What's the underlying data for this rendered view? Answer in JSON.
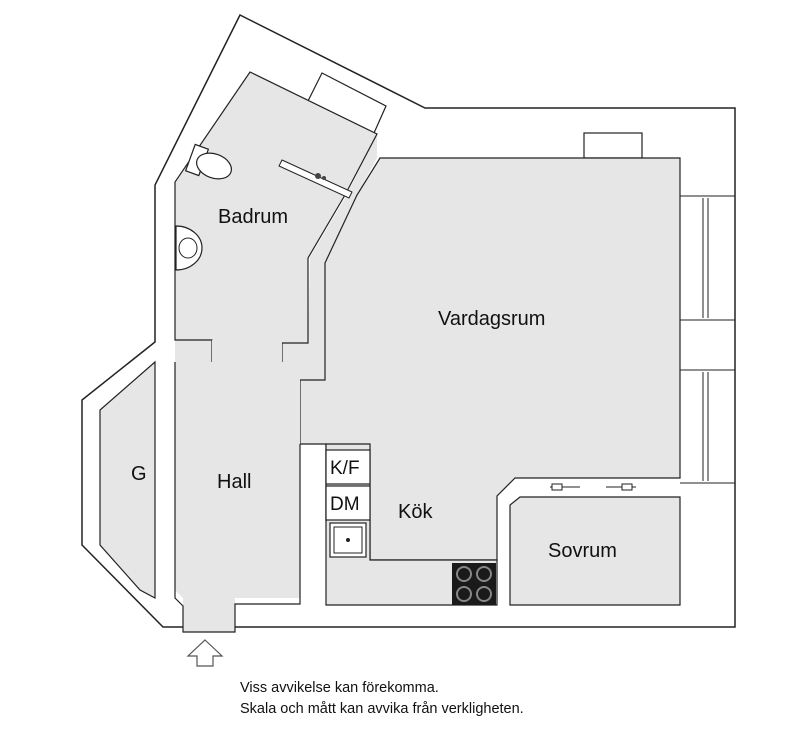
{
  "rooms": {
    "badrum": "Badrum",
    "vardagsrum": "Vardagsrum",
    "hall": "Hall",
    "kok": "Kök",
    "sovrum": "Sovrum",
    "garderob": "G"
  },
  "appliances": {
    "kf": "K/F",
    "dm": "DM"
  },
  "icons": [
    "entrance-arrow-icon",
    "toilet-icon",
    "sink-icon",
    "kitchen-sink-icon",
    "stove-icon",
    "shower-icon"
  ],
  "colors": {
    "floor": "#e6e6e6",
    "wall": "#ffffff",
    "outline": "#222222",
    "stove": "#1a1a1a"
  },
  "disclaimer": {
    "line1": "Viss avvikelse kan förekomma.",
    "line2": "Skala och mått kan avvika från verkligheten."
  }
}
